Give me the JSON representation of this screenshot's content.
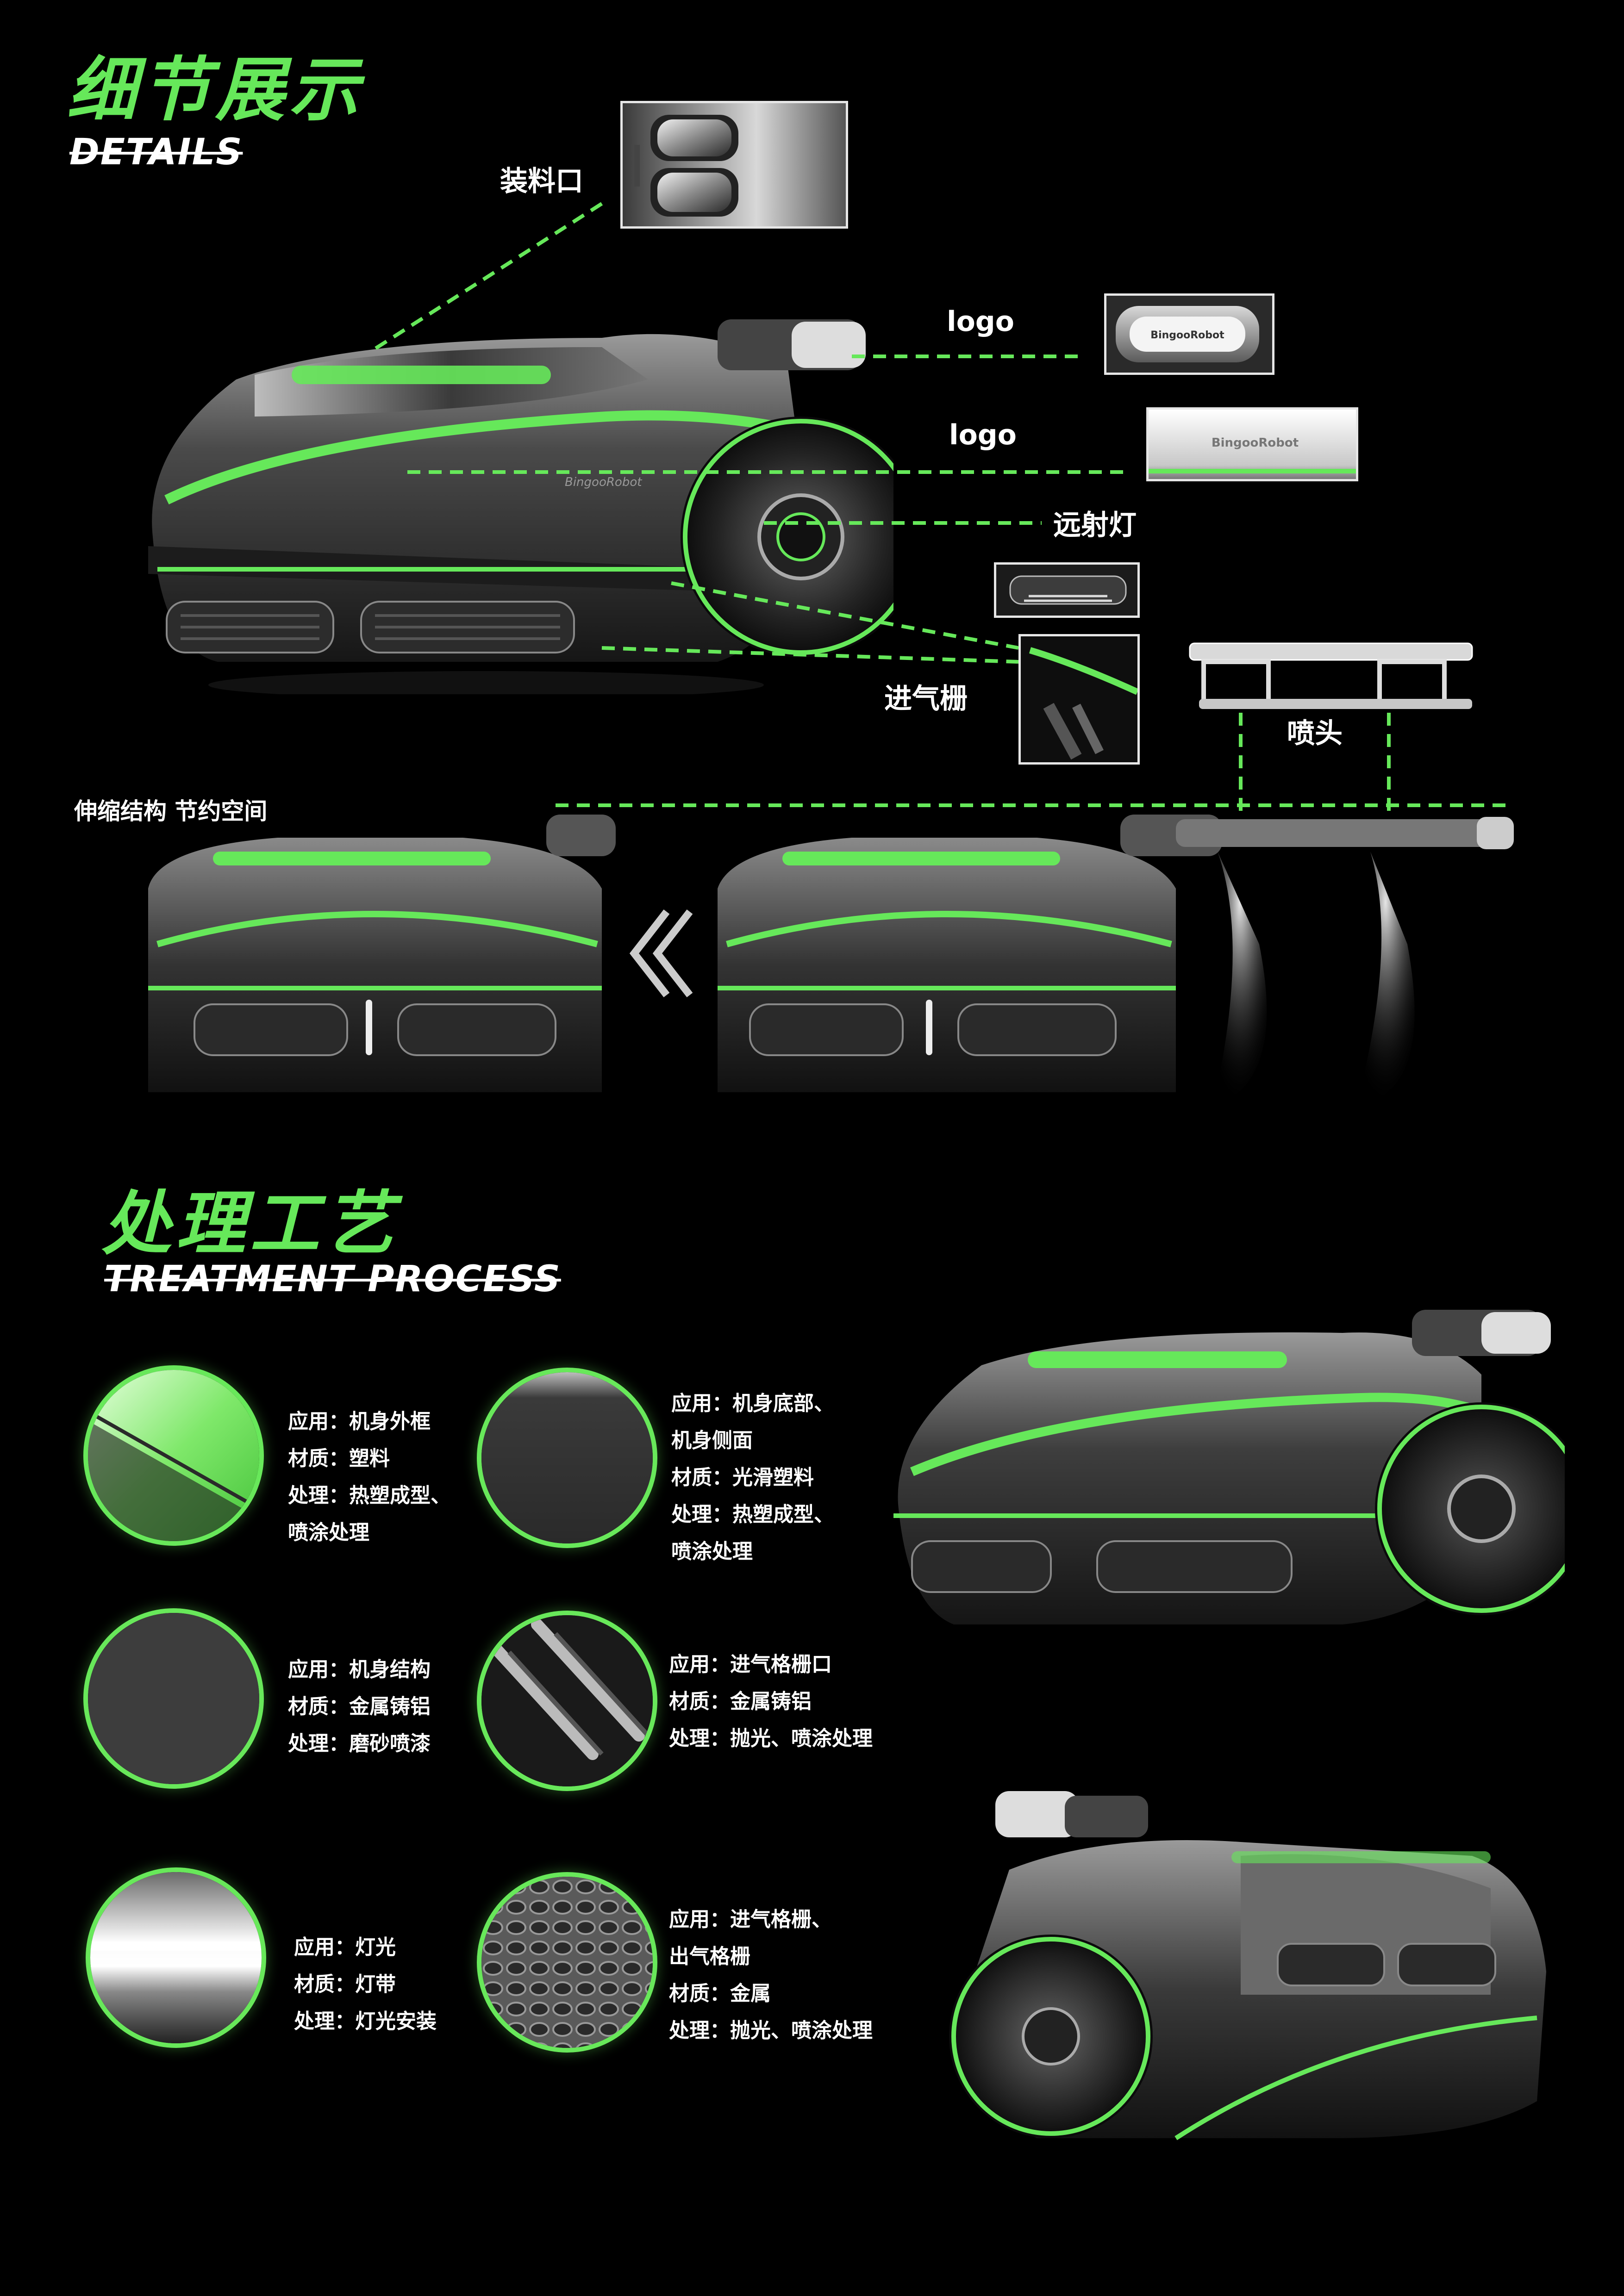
{
  "colors": {
    "accent": "#66e85a",
    "background": "#000000",
    "text": "#ffffff"
  },
  "details": {
    "title_cn": "细节展示",
    "title_en": "DETAILS",
    "callouts": {
      "feed_port": "装料口",
      "logo_top": "logo",
      "logo_side": "logo",
      "headlight": "远射灯",
      "intake_grille": "进气栅",
      "nozzle": "喷头"
    },
    "telescoping_caption": "伸缩结构 节约空间",
    "brand": "BingooRobot"
  },
  "treatment": {
    "title_cn": "处理工艺",
    "title_en": "TREATMENT PROCESS",
    "materials": [
      {
        "lines": [
          "应用：机身外框",
          "材质：塑料",
          "处理：热塑成型、",
          "喷涂处理"
        ],
        "swatch": "green-plastic"
      },
      {
        "lines": [
          "应用：机身底部、",
          "机身侧面",
          "材质：光滑塑料",
          "处理：热塑成型、",
          "喷涂处理"
        ],
        "swatch": "smooth-dark-plastic"
      },
      {
        "lines": [
          "应用：机身结构",
          "材质：金属铸铝",
          "处理：磨砂喷漆"
        ],
        "swatch": "matte-metal"
      },
      {
        "lines": [
          "应用：进气格栅口",
          "材质：金属铸铝",
          "处理：抛光、喷涂处理"
        ],
        "swatch": "grille-vents"
      },
      {
        "lines": [
          "应用：灯光",
          "材质：灯带",
          "处理：灯光安装"
        ],
        "swatch": "light-strip"
      },
      {
        "lines": [
          "应用：进气格栅、",
          "出气格栅",
          "材质：金属",
          "处理：抛光、喷涂处理"
        ],
        "swatch": "hex-mesh"
      }
    ]
  }
}
